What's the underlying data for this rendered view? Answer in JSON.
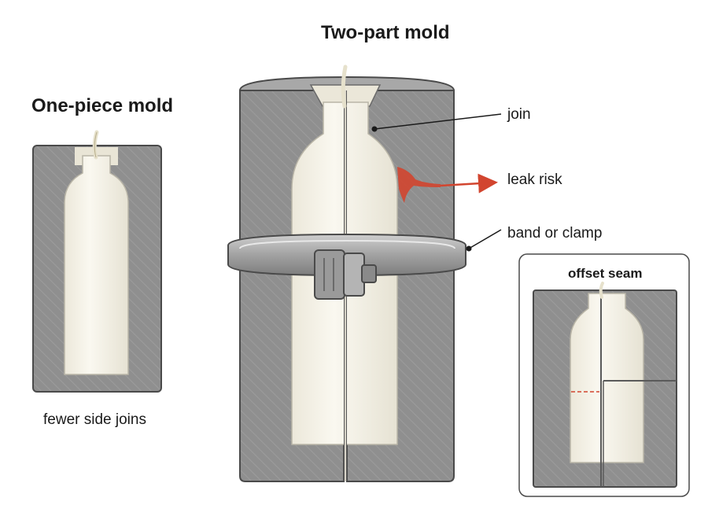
{
  "titles": {
    "two_part": "Two-part mold",
    "one_piece": "One-piece mold"
  },
  "captions": {
    "one_piece": "fewer side joins"
  },
  "callouts": {
    "join": "join",
    "leak": "leak risk",
    "clamp": "band or clamp"
  },
  "inset": {
    "title": "offset seam"
  },
  "colors": {
    "mold_gray": "#8f8f8f",
    "mold_dark": "#6e6e6e",
    "candle_wax": "#f5f2e7",
    "leak_red": "#d2452f",
    "clamp_steel": "#a7a7a7",
    "outline": "#4a4a4a"
  }
}
